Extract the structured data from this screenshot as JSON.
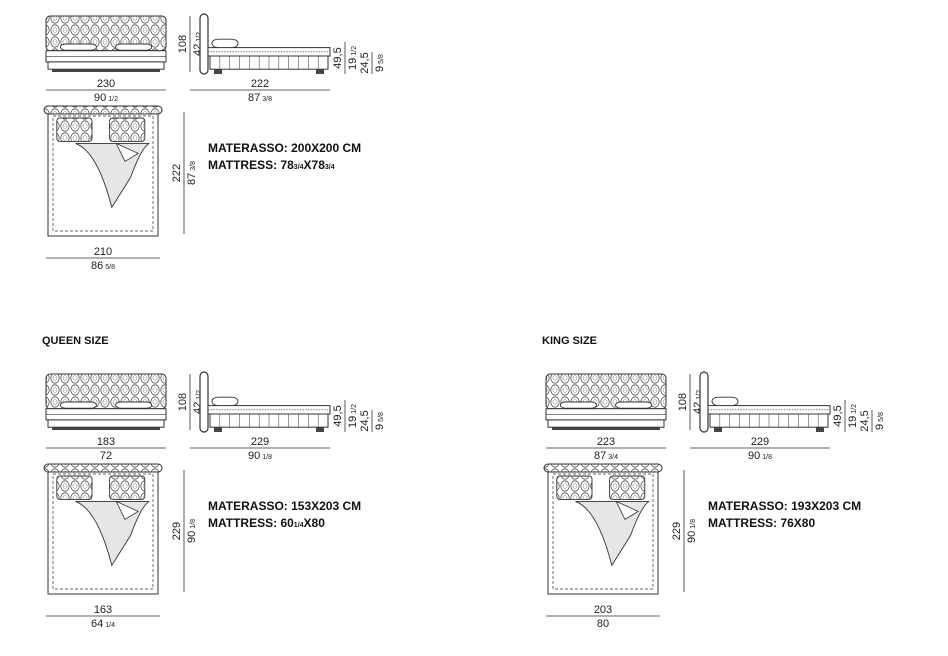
{
  "sections": {
    "standard": {
      "title": "",
      "front_width": {
        "cm": "230",
        "in": "90",
        "in_frac": "1/2"
      },
      "front_height": {
        "cm": "108",
        "in": "42",
        "in_frac": "1/2"
      },
      "side_depth": {
        "cm": "222",
        "in": "87",
        "in_frac": "3/8"
      },
      "side_seat_h": {
        "cm": "49,5",
        "in": "19",
        "in_frac": "1/2"
      },
      "side_base_h": {
        "cm": "24,5",
        "in": "9",
        "in_frac": "5/8"
      },
      "top_width": {
        "cm": "210",
        "in": "86",
        "in_frac": "5/8"
      },
      "top_depth": {
        "cm": "222",
        "in": "87",
        "in_frac": "3/8"
      },
      "spec": {
        "line1": "MATERASSO: 200X200 CM",
        "line2_a": "MATTRESS: 78",
        "line2_b": "3/4",
        "line2_c": "X78",
        "line2_d": "3/4"
      }
    },
    "queen": {
      "title": "QUEEN SIZE",
      "front_width": {
        "cm": "183",
        "in": "72",
        "in_frac": ""
      },
      "front_height": {
        "cm": "108",
        "in": "42",
        "in_frac": "1/2"
      },
      "side_depth": {
        "cm": "229",
        "in": "90",
        "in_frac": "1/8"
      },
      "side_seat_h": {
        "cm": "49,5",
        "in": "19",
        "in_frac": "1/2"
      },
      "side_base_h": {
        "cm": "24,5",
        "in": "9",
        "in_frac": "5/8"
      },
      "top_width": {
        "cm": "163",
        "in": "64",
        "in_frac": "1/4"
      },
      "top_depth": {
        "cm": "229",
        "in": "90",
        "in_frac": "1/8"
      },
      "spec": {
        "line1": "MATERASSO: 153X203 CM",
        "line2_a": "MATTRESS: 60",
        "line2_b": "1/4",
        "line2_c": "X80",
        "line2_d": ""
      }
    },
    "king": {
      "title": "KING SIZE",
      "front_width": {
        "cm": "223",
        "in": "87",
        "in_frac": "3/4"
      },
      "front_height": {
        "cm": "108",
        "in": "42",
        "in_frac": "1/2"
      },
      "side_depth": {
        "cm": "229",
        "in": "90",
        "in_frac": "1/8"
      },
      "side_seat_h": {
        "cm": "49,5",
        "in": "19",
        "in_frac": "1/2"
      },
      "side_base_h": {
        "cm": "24,5",
        "in": "9",
        "in_frac": "5/8"
      },
      "top_width": {
        "cm": "203",
        "in": "80",
        "in_frac": ""
      },
      "top_depth": {
        "cm": "229",
        "in": "90",
        "in_frac": "1/8"
      },
      "spec": {
        "line1": "MATERASSO: 193X203 CM",
        "line2_a": "MATTRESS: 76X80",
        "line2_b": "",
        "line2_c": "",
        "line2_d": ""
      }
    }
  },
  "colors": {
    "line": "#333333",
    "pattern": "#555555",
    "bg": "#ffffff"
  }
}
